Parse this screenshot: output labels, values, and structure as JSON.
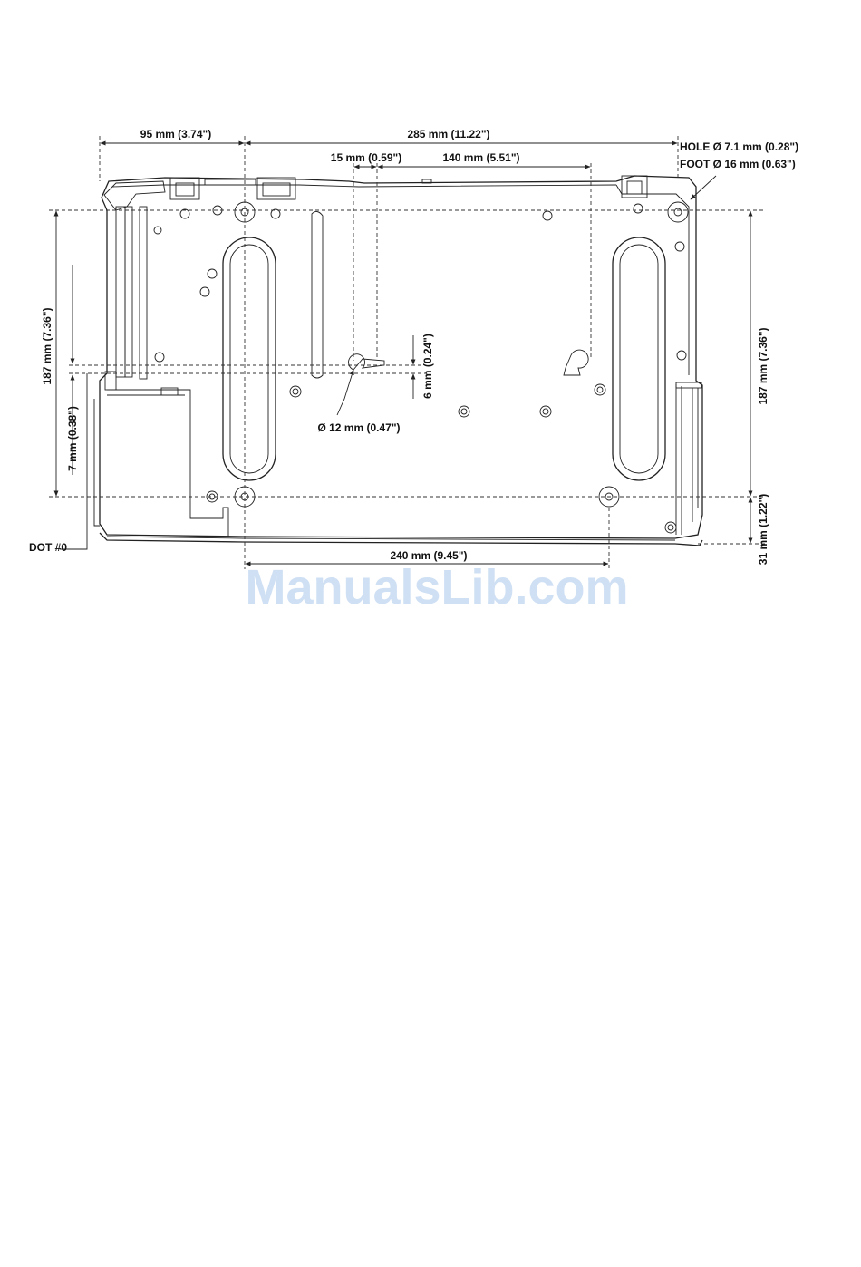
{
  "dimensions": {
    "top_left_width": "95 mm (3.74\")",
    "top_right_width": "285 mm (11.22\")",
    "offset_15": "15 mm (0.59\")",
    "spacing_140": "140 mm (5.51\")",
    "hole_spec": "HOLE Ø 7.1 mm (0.28\")",
    "foot_spec": "FOOT Ø 16 mm (0.63\")",
    "left_height": "187 mm (7.36\")",
    "left_offset": "7 mm (0.38\")",
    "keyhole_height": "6 mm (0.24\")",
    "keyhole_diameter": "Ø 12 mm (0.47\")",
    "right_height": "187 mm (7.36\")",
    "bottom_offset": "31 mm (1.22\")",
    "bottom_width": "240 mm (9.45\")",
    "dot_label": "DOT #0"
  },
  "watermark": "ManualsLib.com"
}
